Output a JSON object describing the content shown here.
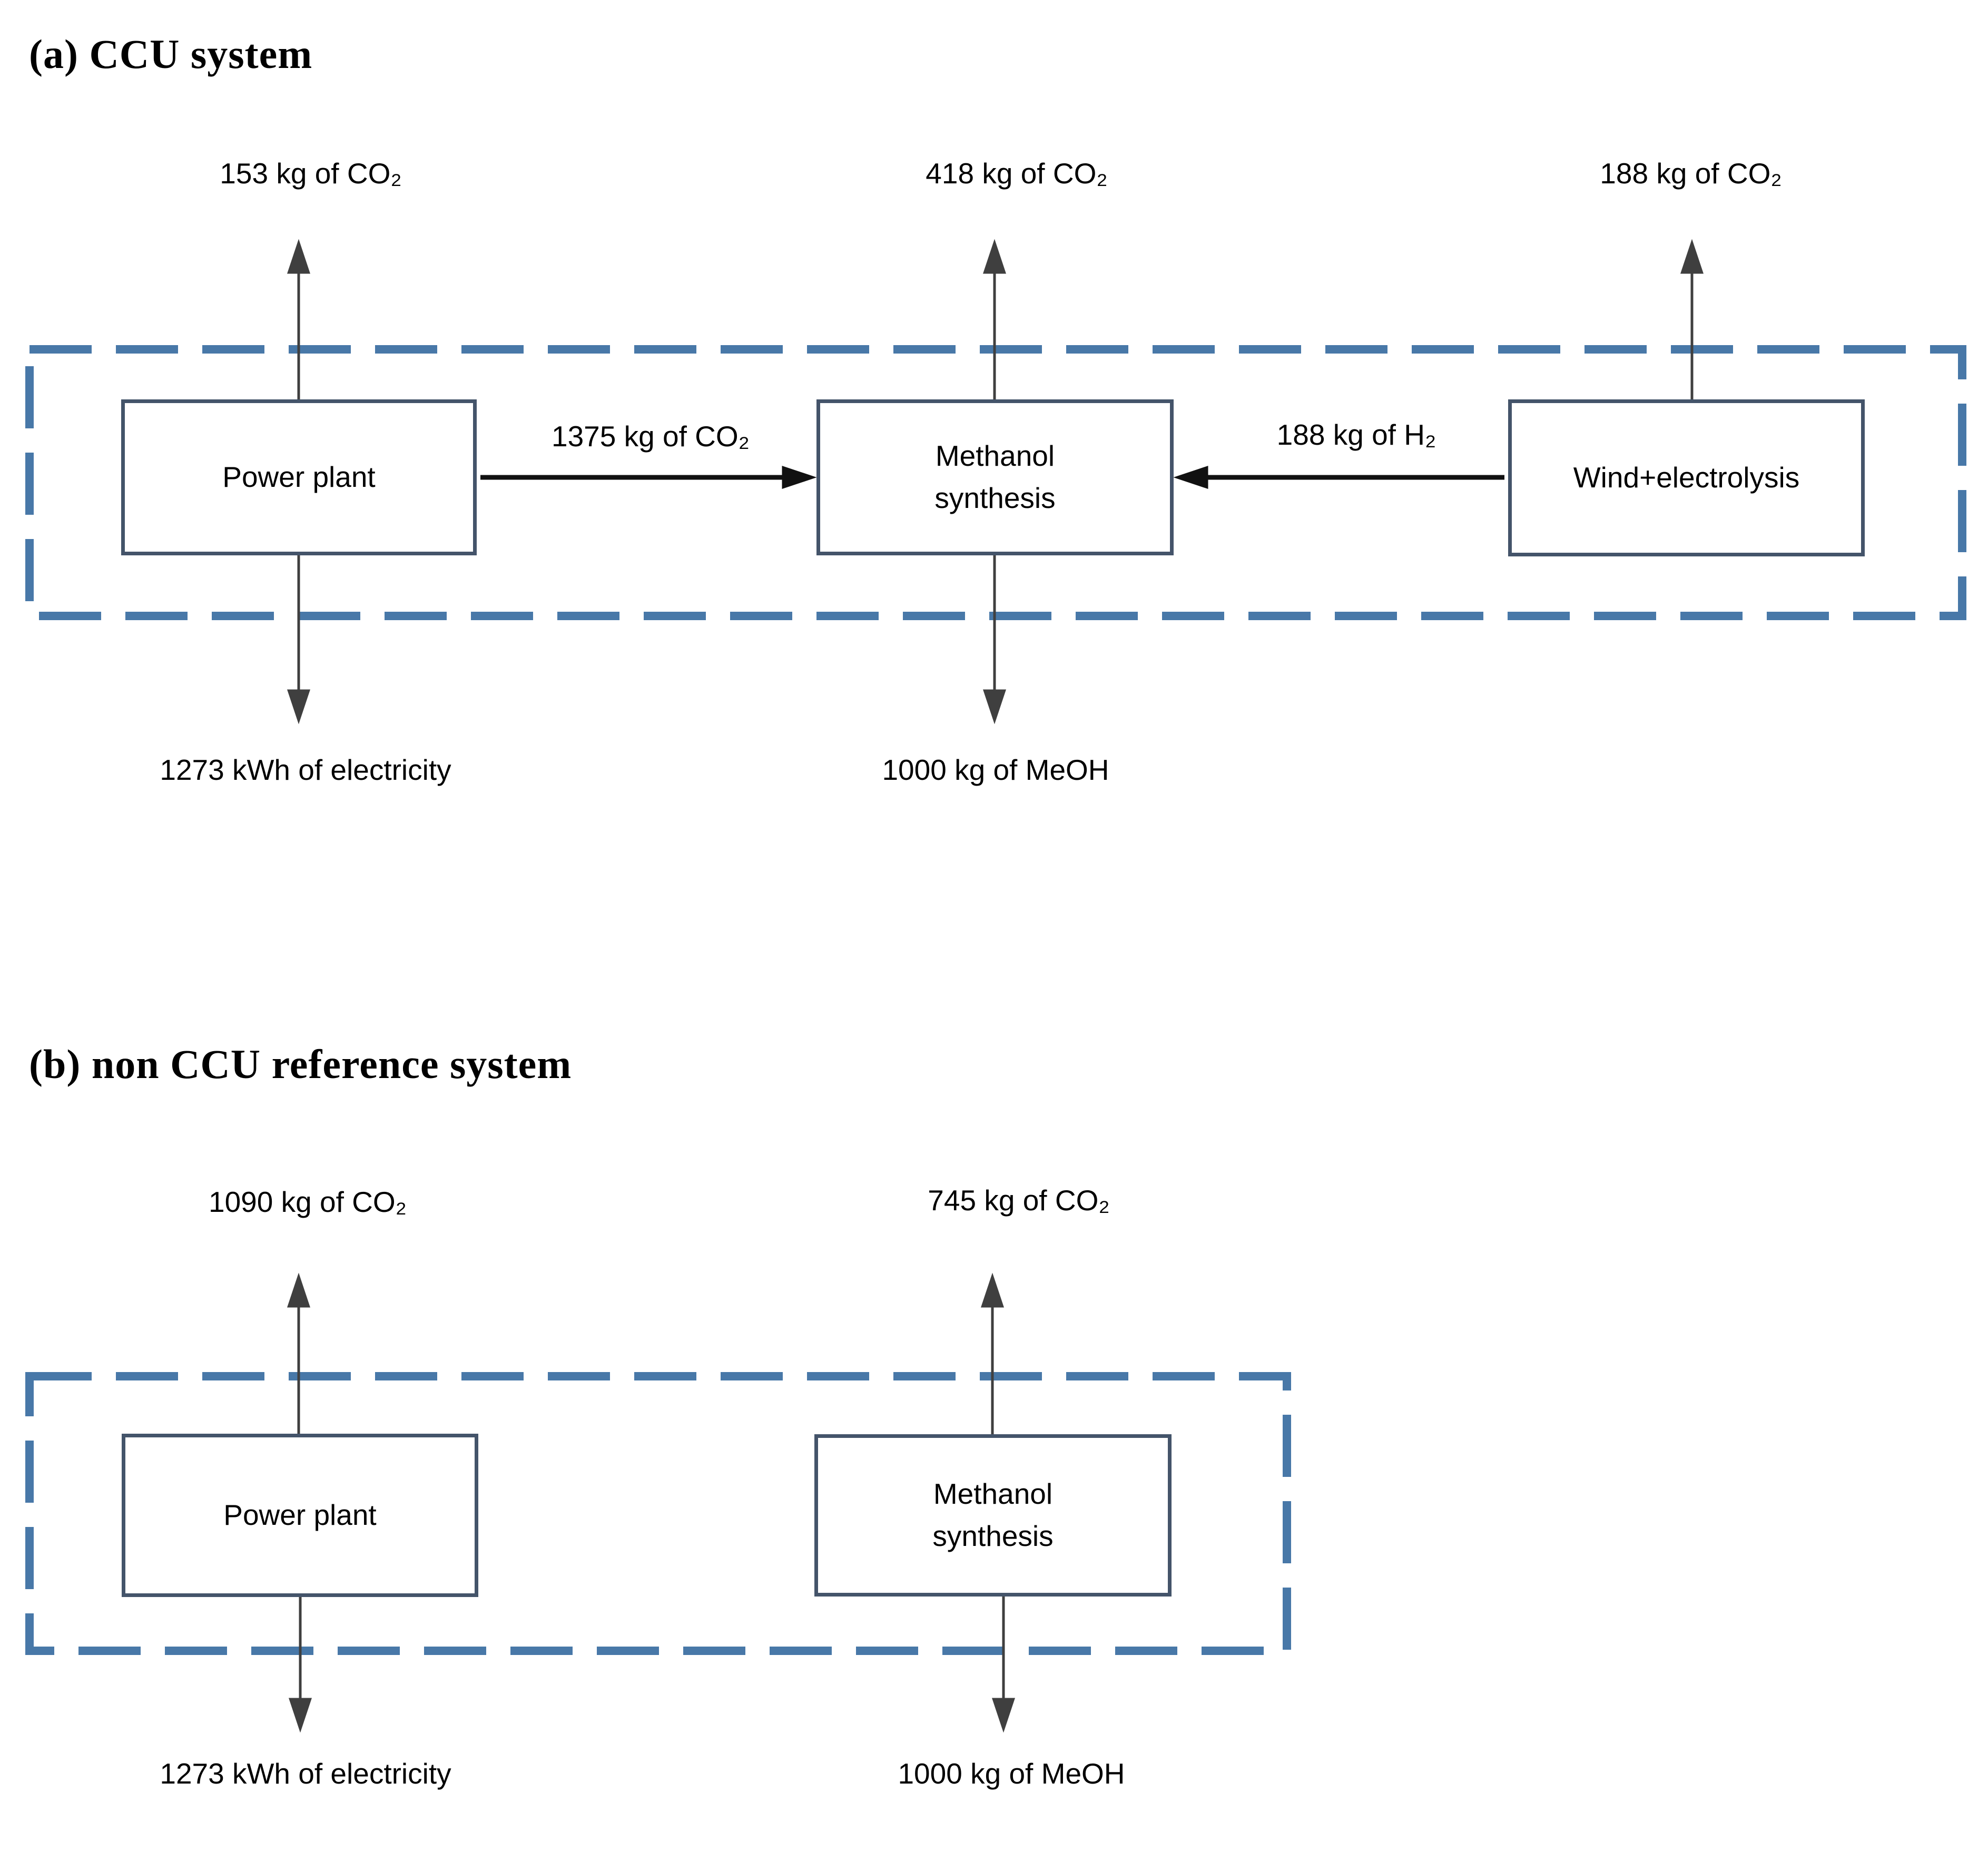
{
  "diagram": {
    "section_a": {
      "title": "(a) CCU system",
      "power_plant": {
        "label": "Power plant",
        "emission": "153 kg of CO₂",
        "product": "1273 kWh of electricity"
      },
      "methanol": {
        "label": "Methanol\nsynthesis",
        "emission": "418 kg of CO₂",
        "product": "1000 kg of MeOH"
      },
      "wind": {
        "label": "Wind+electrolysis",
        "emission": "188 kg of CO₂"
      },
      "flow_co2": "1375 kg of CO₂",
      "flow_h2": "188 kg of H₂"
    },
    "section_b": {
      "title": "(b) non CCU reference system",
      "power_plant": {
        "label": "Power plant",
        "emission": "1090 kg of CO₂",
        "product": "1273 kWh of electricity"
      },
      "methanol": {
        "label": "Methanol\nsynthesis",
        "emission": "745 kg of CO₂",
        "product": "1000 kg of MeOH"
      }
    },
    "colors": {
      "system_boundary_dash": "#4878A8",
      "box_border": "#44546A",
      "flow_arrow_black": "#111111",
      "io_arrow_gray": "#3f3f3f"
    }
  }
}
